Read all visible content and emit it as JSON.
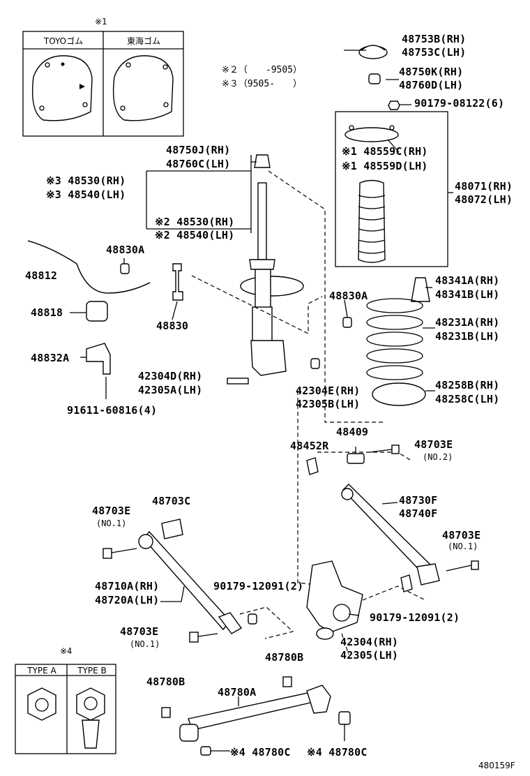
{
  "diagram_id": "480159F",
  "notes": {
    "n1": "※1",
    "n2": "※２（　　-9505）",
    "n3": "※３（9505-　　）",
    "n4": "※4"
  },
  "inset1": {
    "col_a": "TOYOゴム",
    "col_b": "東海ゴム"
  },
  "inset4": {
    "col_a": "TYPE A",
    "col_b": "TYPE B"
  },
  "labels": {
    "p48753B": "48753B(RH)",
    "p48753C": "48753C(LH)",
    "p48750K": "48750K(RH)",
    "p48760D": "48760D(LH)",
    "p90179_08122": "90179-08122(6)",
    "p48750J": "48750J(RH)",
    "p48760C": "48760C(LH)",
    "p48559C": "※1 48559C(RH)",
    "p48559D": "※1 48559D(LH)",
    "p48071": "48071(RH)",
    "p48072": "48072(LH)",
    "p48530a": "※3 48530(RH)",
    "p48540a": "※3 48540(LH)",
    "p48530b": "※2 48530(RH)",
    "p48540b": "※2 48540(LH)",
    "p48830A_1": "48830A",
    "p48812": "48812",
    "p48341A": "48341A(RH)",
    "p48341B": "48341B(LH)",
    "p48830A_2": "48830A",
    "p48818": "48818",
    "p48830": "48830",
    "p48231A": "48231A(RH)",
    "p48231B": "48231B(LH)",
    "p48832A": "48832A",
    "p42304D": "42304D(RH)",
    "p42305A": "42305A(LH)",
    "p48258B": "48258B(RH)",
    "p48258C": "48258C(LH)",
    "p42304E": "42304E(RH)",
    "p42305B": "42305B(LH)",
    "p91611": "91611-60816(4)",
    "p48409": "48409",
    "p48452R": "48452R",
    "p48703E_no2": "48703E",
    "no2": "(NO.2)",
    "p48730F": "48730F",
    "p48740F": "48740F",
    "p48703E_no1a": "48703E",
    "no1a": "(NO.1)",
    "p48703C": "48703C",
    "p48703E_no1b": "48703E",
    "no1b": "(NO.1)",
    "p48710A": "48710A(RH)",
    "p48720A": "48720A(LH)",
    "p90179_12091a": "90179-12091(2)",
    "p90179_12091b": "90179-12091(2)",
    "p48703E_no1c": "48703E",
    "no1c": "(NO.1)",
    "p42304": "42304(RH)",
    "p42305": "42305(LH)",
    "p48780B_1": "48780B",
    "p48780B_2": "48780B",
    "p48780A": "48780A",
    "p48780C_1": "※4 48780C",
    "p48780C_2": "※4 48780C"
  }
}
